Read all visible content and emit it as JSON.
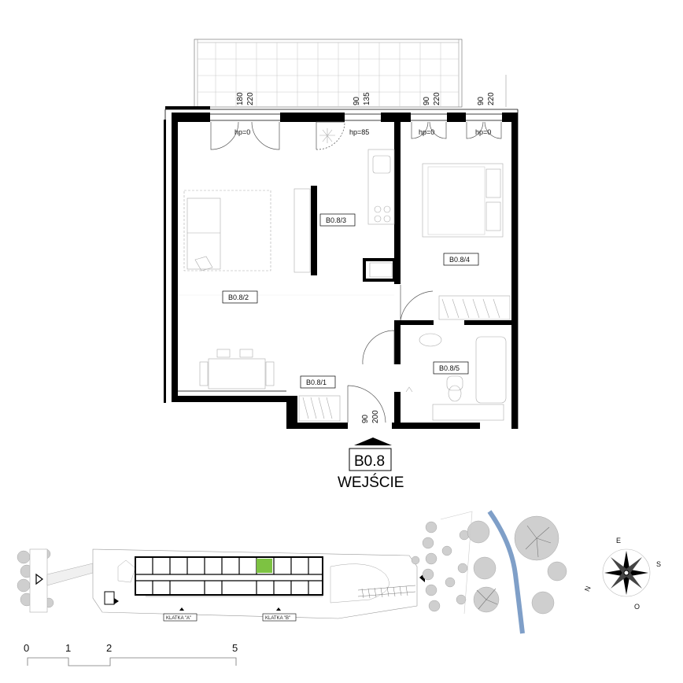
{
  "apartment": {
    "id": "B0.8",
    "entrance_label": "WEJŚCIE",
    "rooms": [
      {
        "key": "r1",
        "label": "B0.8/1"
      },
      {
        "key": "r2",
        "label": "B0.8/2"
      },
      {
        "key": "r3",
        "label": "B0.8/3"
      },
      {
        "key": "r4",
        "label": "B0.8/4"
      },
      {
        "key": "r5",
        "label": "B0.8/5"
      }
    ],
    "openings": {
      "window1": {
        "w": "180",
        "h": "220",
        "hp": "hp=0"
      },
      "window2": {
        "w": "90",
        "h": "135",
        "hp": "hp=85"
      },
      "window3": {
        "w": "90",
        "h": "220",
        "hp": "hp=0"
      },
      "window4": {
        "w": "90",
        "h": "220",
        "hp": "hp=0"
      },
      "entry_door": {
        "w": "90",
        "h": "200"
      }
    }
  },
  "site_plan": {
    "klatka_a": "KLATKA \"A\"",
    "klatka_b": "KLATKA \"B\"",
    "highlight_color": "#7dc242"
  },
  "compass": {
    "n": "N",
    "e": "E",
    "s": "S",
    "w": "O"
  },
  "scale_bar": {
    "ticks": [
      "0",
      "1",
      "2",
      "5"
    ]
  },
  "colors": {
    "river": "#7f9fc8",
    "wall": "#000000",
    "tree": "#c9c9c9"
  }
}
